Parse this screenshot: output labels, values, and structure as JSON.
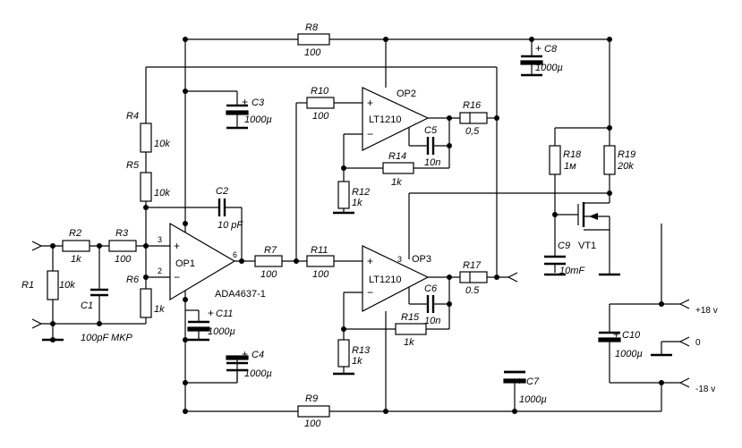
{
  "components": {
    "R1": {
      "ref": "R1",
      "value": "10k"
    },
    "R2": {
      "ref": "R2",
      "value": "1k"
    },
    "R3": {
      "ref": "R3",
      "value": "100"
    },
    "R4": {
      "ref": "R4",
      "value": "10k"
    },
    "R5": {
      "ref": "R5",
      "value": "10k"
    },
    "R6": {
      "ref": "R6",
      "value": "1k"
    },
    "R7": {
      "ref": "R7",
      "value": "100"
    },
    "R8": {
      "ref": "R8",
      "value": "100"
    },
    "R9": {
      "ref": "R9",
      "value": "100"
    },
    "R10": {
      "ref": "R10",
      "value": "100"
    },
    "R11": {
      "ref": "R11",
      "value": "100"
    },
    "R12": {
      "ref": "R12",
      "value": "1k"
    },
    "R13": {
      "ref": "R13",
      "value": "1k"
    },
    "R14": {
      "ref": "R14",
      "value": "1k"
    },
    "R15": {
      "ref": "R15",
      "value": "1k"
    },
    "R16": {
      "ref": "R16",
      "value": "0,5"
    },
    "R17": {
      "ref": "R17",
      "value": "0.5"
    },
    "R18": {
      "ref": "R18",
      "value": "1м"
    },
    "R19": {
      "ref": "R19",
      "value": "20k"
    },
    "C1": {
      "ref": "C1",
      "value": "100pF MKP"
    },
    "C2": {
      "ref": "C2",
      "value": "10 pF"
    },
    "C3": {
      "ref": "C3",
      "value": "1000µ"
    },
    "C4": {
      "ref": "C4",
      "value": "1000µ"
    },
    "C5": {
      "ref": "C5",
      "value": "10n"
    },
    "C6": {
      "ref": "C6",
      "value": "10n"
    },
    "C7": {
      "ref": "C7",
      "value": "1000µ"
    },
    "C8": {
      "ref": "C8",
      "value": "1000µ"
    },
    "C9": {
      "ref": "C9",
      "value": "10mF"
    },
    "C10": {
      "ref": "C10",
      "value": "1000µ"
    },
    "C11": {
      "ref": "C11",
      "value": "1000µ"
    },
    "VT1": {
      "ref": "VT1"
    }
  },
  "opamps": {
    "OP1": {
      "label": "OP1",
      "part": "ADA4637-1",
      "pin_plus": "3",
      "pin_minus": "2",
      "pin_out": "6"
    },
    "OP2": {
      "label": "OP2",
      "part": "LT1210"
    },
    "OP3": {
      "label": "OP3",
      "part": "LT1210",
      "pin_plus": "3"
    }
  },
  "rails": {
    "positive": "+18 v",
    "ground": "0",
    "negative": "-18 v"
  },
  "symbols": {
    "plus": "+",
    "minus": "−"
  }
}
